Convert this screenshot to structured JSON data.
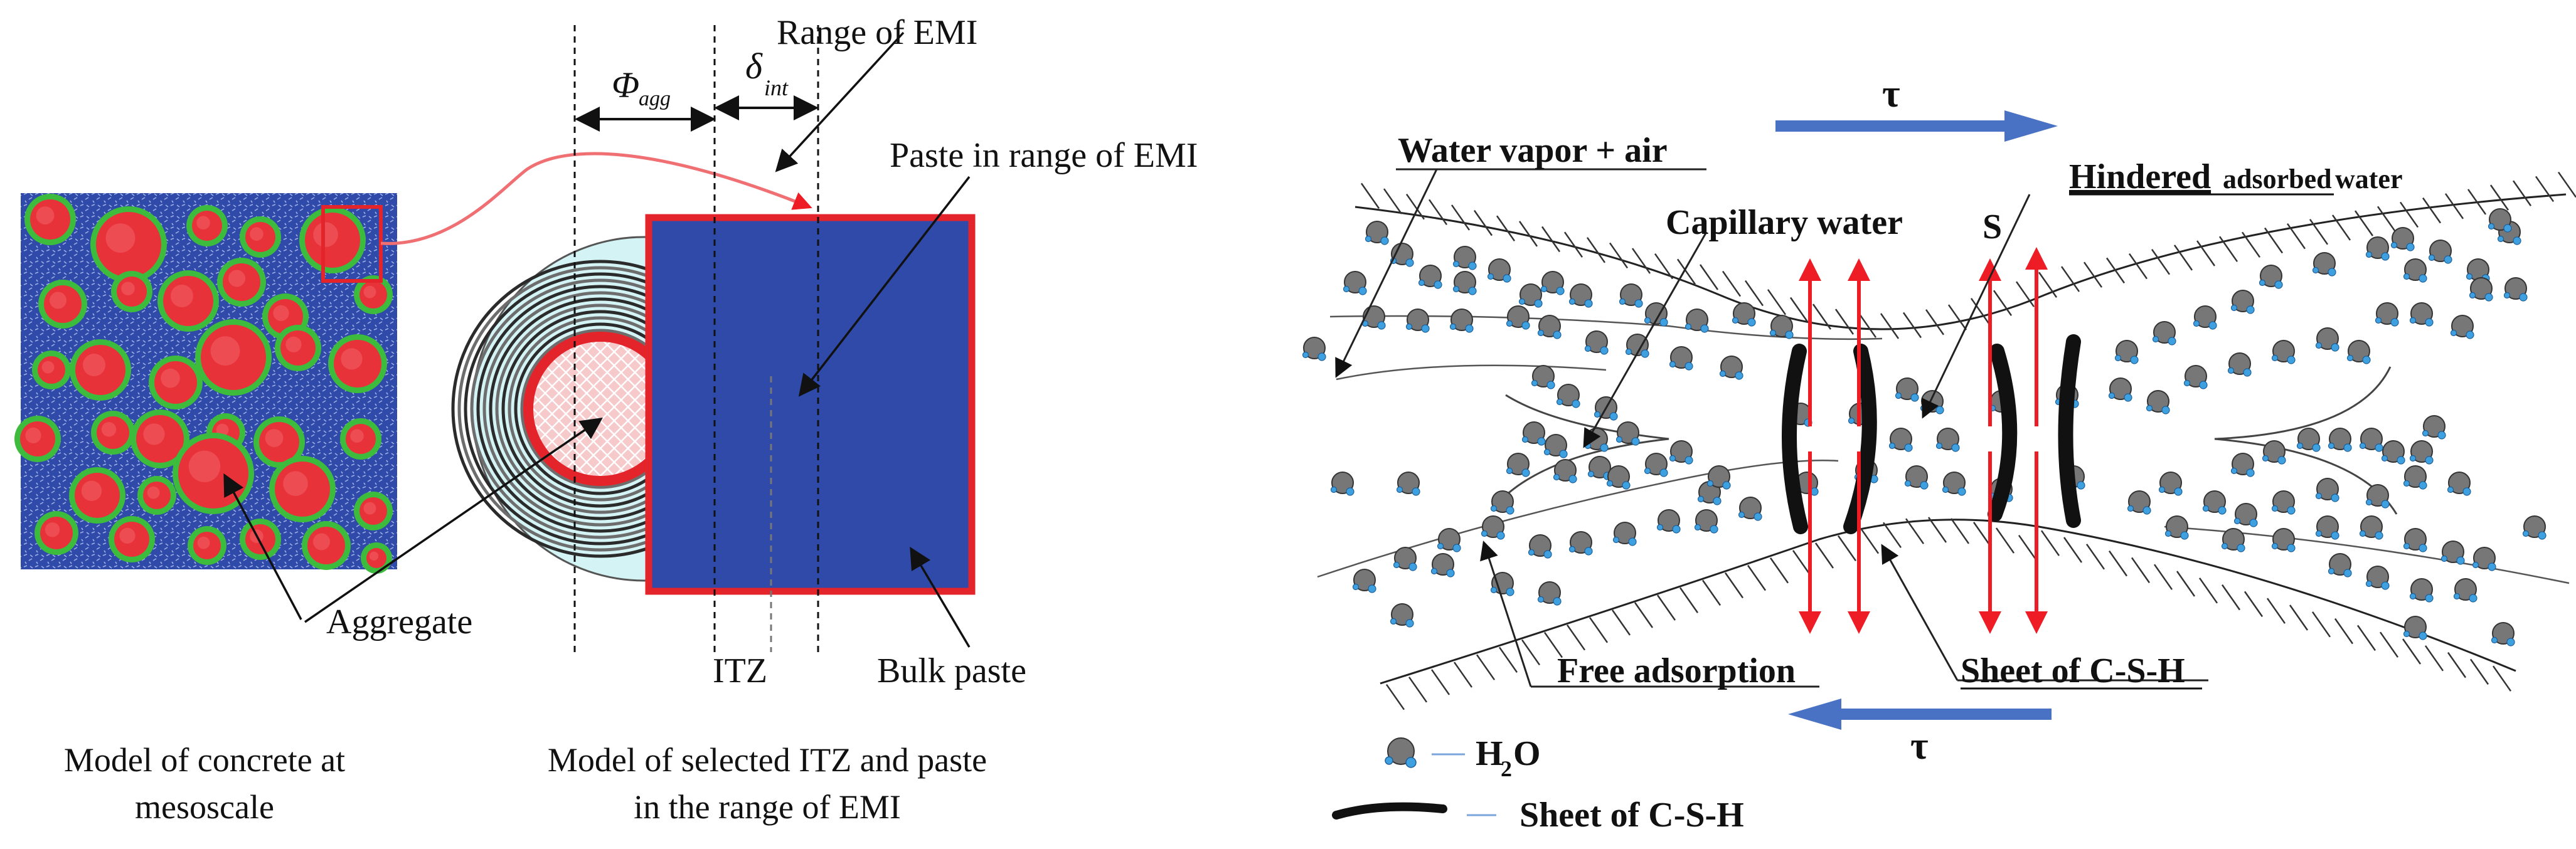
{
  "left": {
    "labels": {
      "range_of_emi": "Range of EMI",
      "phi": "Φ",
      "phi_sub": "agg",
      "delta": "δ",
      "delta_sub": "int",
      "paste_in_range": "Paste in range of EMI",
      "aggregate": "Aggregate",
      "itz": "ITZ",
      "bulk_paste": "Bulk paste"
    },
    "captions": {
      "concrete_line1": "Model of concrete at",
      "concrete_line2": "mesoscale",
      "itz_line1": "Model of selected ITZ and paste",
      "itz_line2": "in the range of EMI"
    }
  },
  "right": {
    "labels": {
      "tau_top": "τ",
      "tau_bottom": "τ",
      "water_vapor_air": "Water vapor + air",
      "capillary_water": "Capillary water",
      "s": "S",
      "hindered": "Hindered",
      "adsorbed": "adsorbed",
      "water": "water",
      "free_adsorption": "Free adsorption",
      "sheet_csh": "Sheet of C-S-H"
    },
    "legend": {
      "h2o_H": "H",
      "h2o_sub": "2",
      "h2o_O": "O",
      "sheet": "Sheet of C-S-H"
    }
  },
  "colors": {
    "paste_blue": "#2f4aa8",
    "aggregate_red": "#e8323a",
    "itz_green": "#3dbb3d",
    "itz_cyan": "#d4f3f5",
    "frame_red": "#e3242b",
    "shear_blue": "#4a72c4",
    "arrow_red": "#ee1c25",
    "molecule_gray": "#777777",
    "hydrogen_blue": "#3fa0e0"
  }
}
